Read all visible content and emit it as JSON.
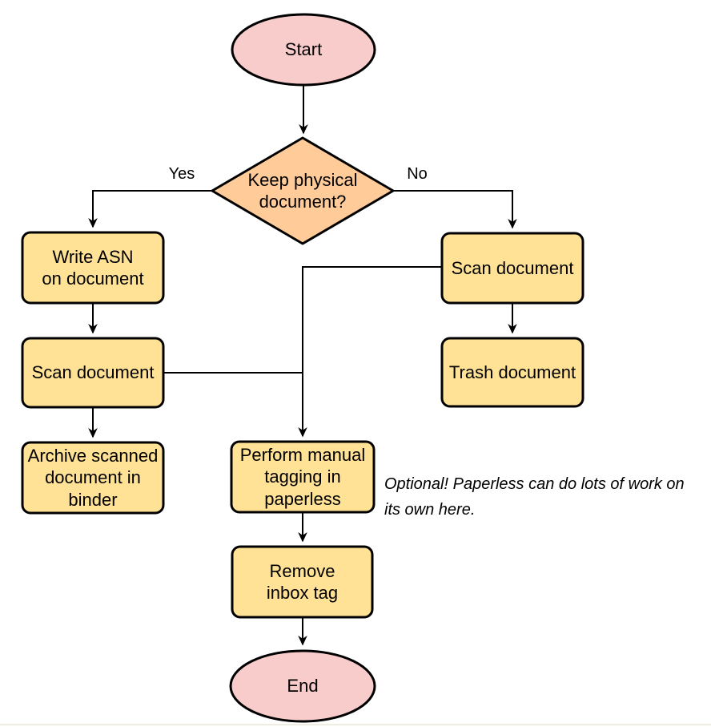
{
  "colors": {
    "terminator_fill": "#F7CCCA",
    "decision_fill": "#FFCC99",
    "process_fill": "#FFE296",
    "stroke": "#000000"
  },
  "nodes": {
    "start": {
      "type": "terminator",
      "label": "Start"
    },
    "decision": {
      "type": "decision",
      "label": "Keep physical\ndocument?"
    },
    "write_asn": {
      "type": "process",
      "label": "Write ASN\non document"
    },
    "scan_left": {
      "type": "process",
      "label": "Scan document"
    },
    "archive": {
      "type": "process",
      "label": "Archive scanned\ndocument in\nbinder"
    },
    "scan_right": {
      "type": "process",
      "label": "Scan document"
    },
    "trash": {
      "type": "process",
      "label": "Trash document"
    },
    "tagging": {
      "type": "process",
      "label": "Perform manual\ntagging in\npaperless"
    },
    "remove_inbox": {
      "type": "process",
      "label": "Remove\ninbox tag"
    },
    "end": {
      "type": "terminator",
      "label": "End"
    }
  },
  "edge_labels": {
    "yes": "Yes",
    "no": "No"
  },
  "annotation": "Optional! Paperless can do lots of work on\nits own here."
}
